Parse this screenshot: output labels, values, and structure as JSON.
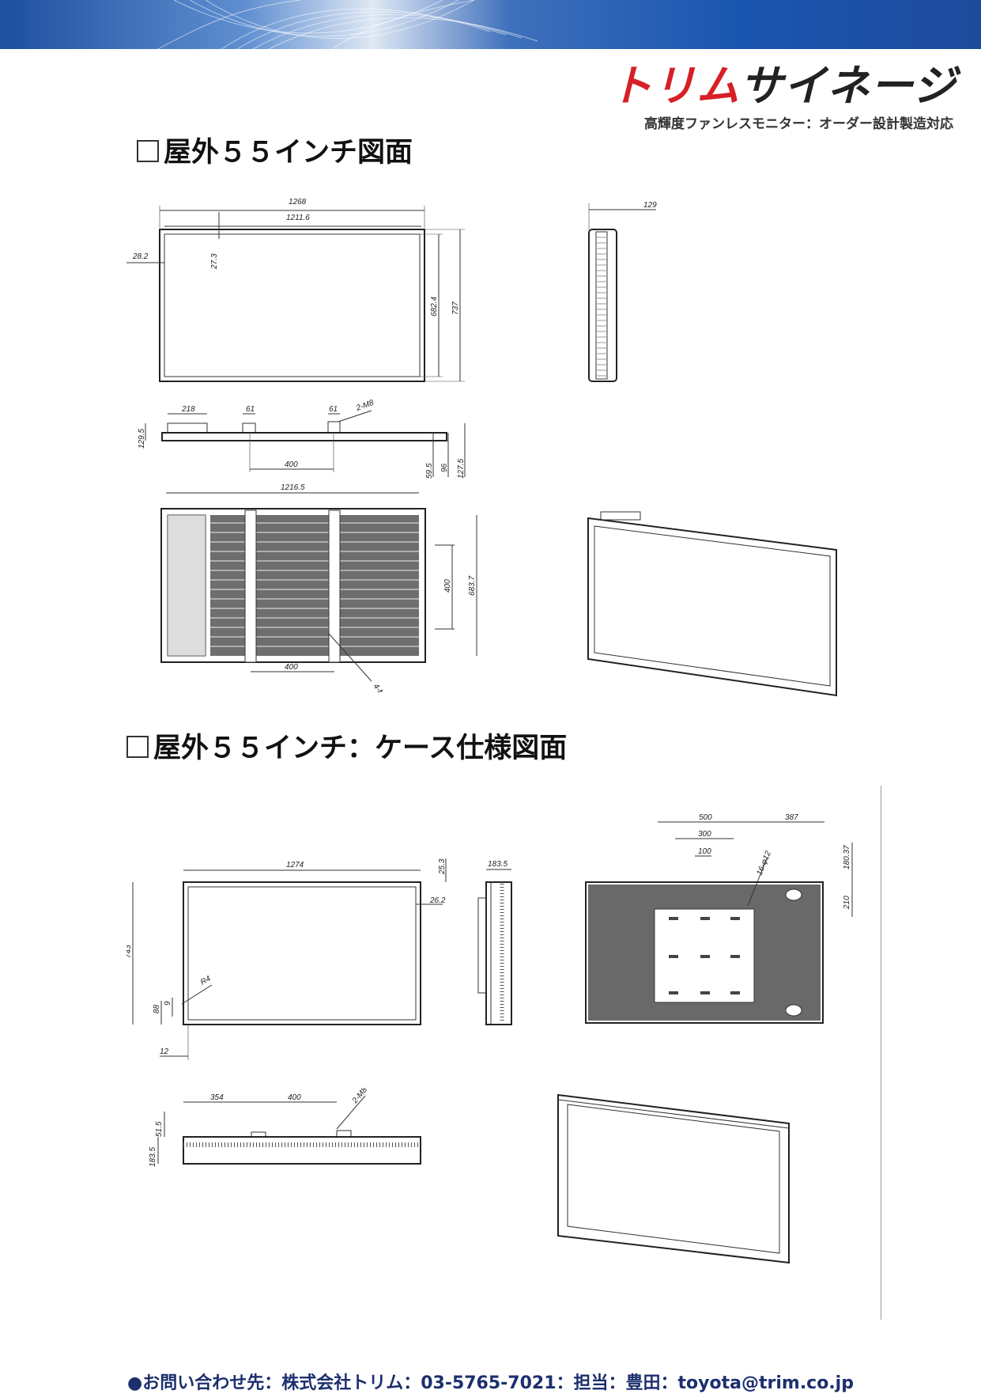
{
  "logo": {
    "main_red": "トリム",
    "main_dark": "サイネージ",
    "subtitle": "高輝度ファンレスモニター：オーダー設計製造対応"
  },
  "section1": {
    "title": "屋外５５インチ図面"
  },
  "section2": {
    "title": "屋外５５インチ：ケース仕様図面"
  },
  "drawing1": {
    "front": {
      "overall_width": "1268",
      "inner_width": "1211.6",
      "bezel_side": "28.2",
      "bezel_top": "27.3",
      "inner_height": "682.4",
      "overall_height": "737"
    },
    "side": {
      "depth": "129"
    },
    "top": {
      "d218": "218",
      "d61a": "61",
      "d61b": "61",
      "screw": "2-M8",
      "depth": "129.5",
      "pitch": "400",
      "d595": "59.5",
      "d96": "96",
      "d1275": "127.5"
    },
    "back": {
      "width": "1216.5",
      "vesa_v": "400",
      "height": "683.7",
      "vesa_h": "400",
      "screw": "4-M8"
    }
  },
  "drawing2": {
    "front": {
      "width": "1274",
      "bezel_top": "25.3",
      "bezel_side": "26.2",
      "height": "743",
      "d88": "88",
      "d9": "9",
      "radius": "R4",
      "d12": "12"
    },
    "side": {
      "depth": "183.5"
    },
    "top": {
      "d354": "354",
      "pitch": "400",
      "screw": "2-M8",
      "d515": "51.5",
      "depth": "183.5"
    },
    "back": {
      "d500": "500",
      "d387": "387",
      "d300": "300",
      "d100": "100",
      "holes": "16-φ12",
      "d18037": "180.37",
      "d210": "210"
    }
  },
  "footer": {
    "contact": "●お問い合わせ先：株式会社トリム：03-5765-7021：担当：豊田：toyota@trim.co.jp"
  }
}
